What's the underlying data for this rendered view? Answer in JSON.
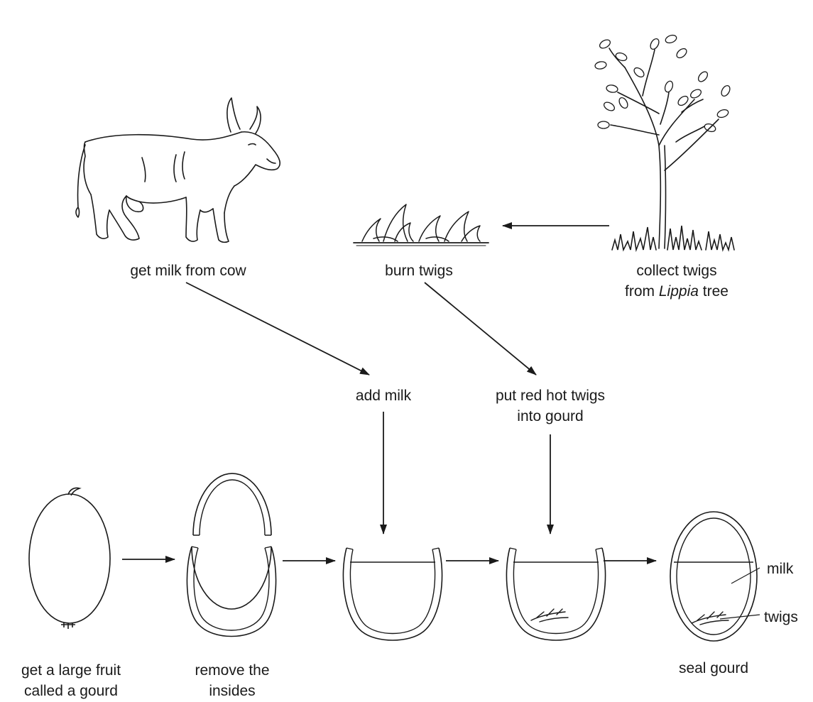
{
  "labels": {
    "cow": "get milk from cow",
    "burn": "burn twigs",
    "collect_line1": "collect twigs",
    "collect_line2_prefix": "from ",
    "collect_line2_italic": "Lippia",
    "collect_line2_suffix": " tree",
    "add_milk": "add milk",
    "put_line1": "put red hot twigs",
    "put_line2": "into gourd",
    "fruit_line1": "get a large fruit",
    "fruit_line2": "called a gourd",
    "remove_line1": "remove the",
    "remove_line2": "insides",
    "seal": "seal gourd",
    "milk_callout": "milk",
    "twigs_callout": "twigs"
  },
  "icons": [
    "cow-icon",
    "tree-icon",
    "fire-icon",
    "gourd-icon",
    "twigs-icon"
  ],
  "colors": {
    "ink": "#1a1a1a",
    "background": "#ffffff"
  }
}
